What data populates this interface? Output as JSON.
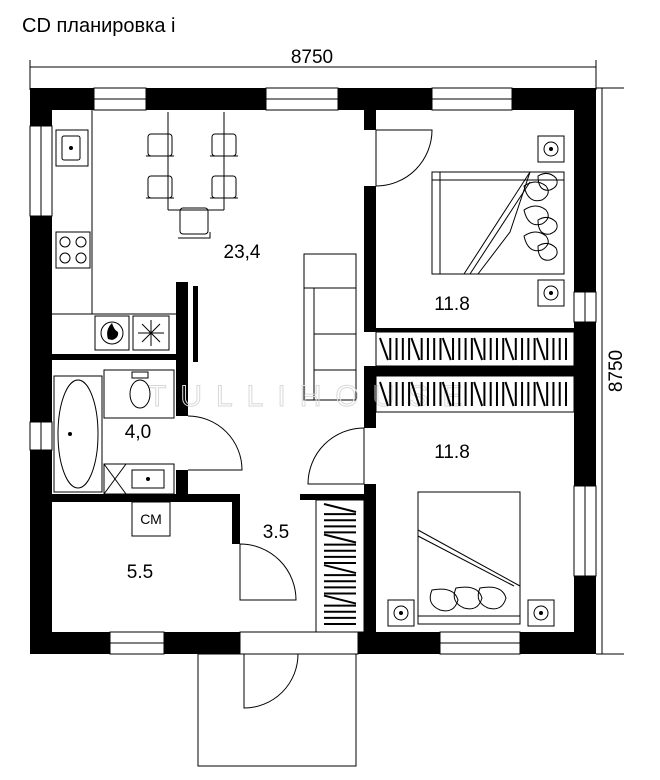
{
  "title": "CD планировка і",
  "dimensions": {
    "width": "8750",
    "height": "8750"
  },
  "rooms": {
    "kitchen_living": "23,4",
    "bedroom_top": "11.8",
    "bedroom_bottom": "11.8",
    "bathroom": "4,0",
    "hall": "3.5",
    "utility": "5.5"
  },
  "labels": {
    "washer": "СМ"
  },
  "icons": [
    "sink-icon",
    "stove-icon",
    "boiler-icon",
    "fridge-icon",
    "toilet-icon",
    "bathtub-icon",
    "washbasin-icon",
    "bed-icon",
    "nightstand-icon",
    "wardrobe-icon",
    "sofa-icon",
    "chair-icon",
    "table-icon"
  ]
}
